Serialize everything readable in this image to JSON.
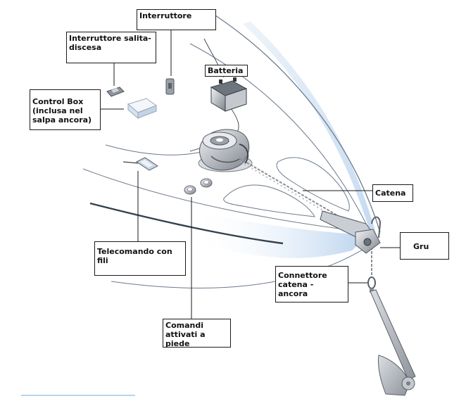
{
  "labels": {
    "interruttore": "Interruttore",
    "interruttore_salita": "Interruttore salita-discesa",
    "batteria": "Batteria",
    "control_box": "Control Box (inclusa nel salpa ancora)",
    "catena": "Catena",
    "gru": "Gru",
    "telecomando": "Telecomando con fili",
    "connettore": "Connettore catena - ancora",
    "comandi_piede": "Comandi attivati a piede"
  },
  "colors": {
    "hull_line": "#6b7a8c",
    "deck_shade": "#dbe7f4",
    "shade_blue": "#b9d3ee",
    "rail": "#33404d",
    "chain": "#8a8f96",
    "device_gray": "#b8bcc2"
  }
}
